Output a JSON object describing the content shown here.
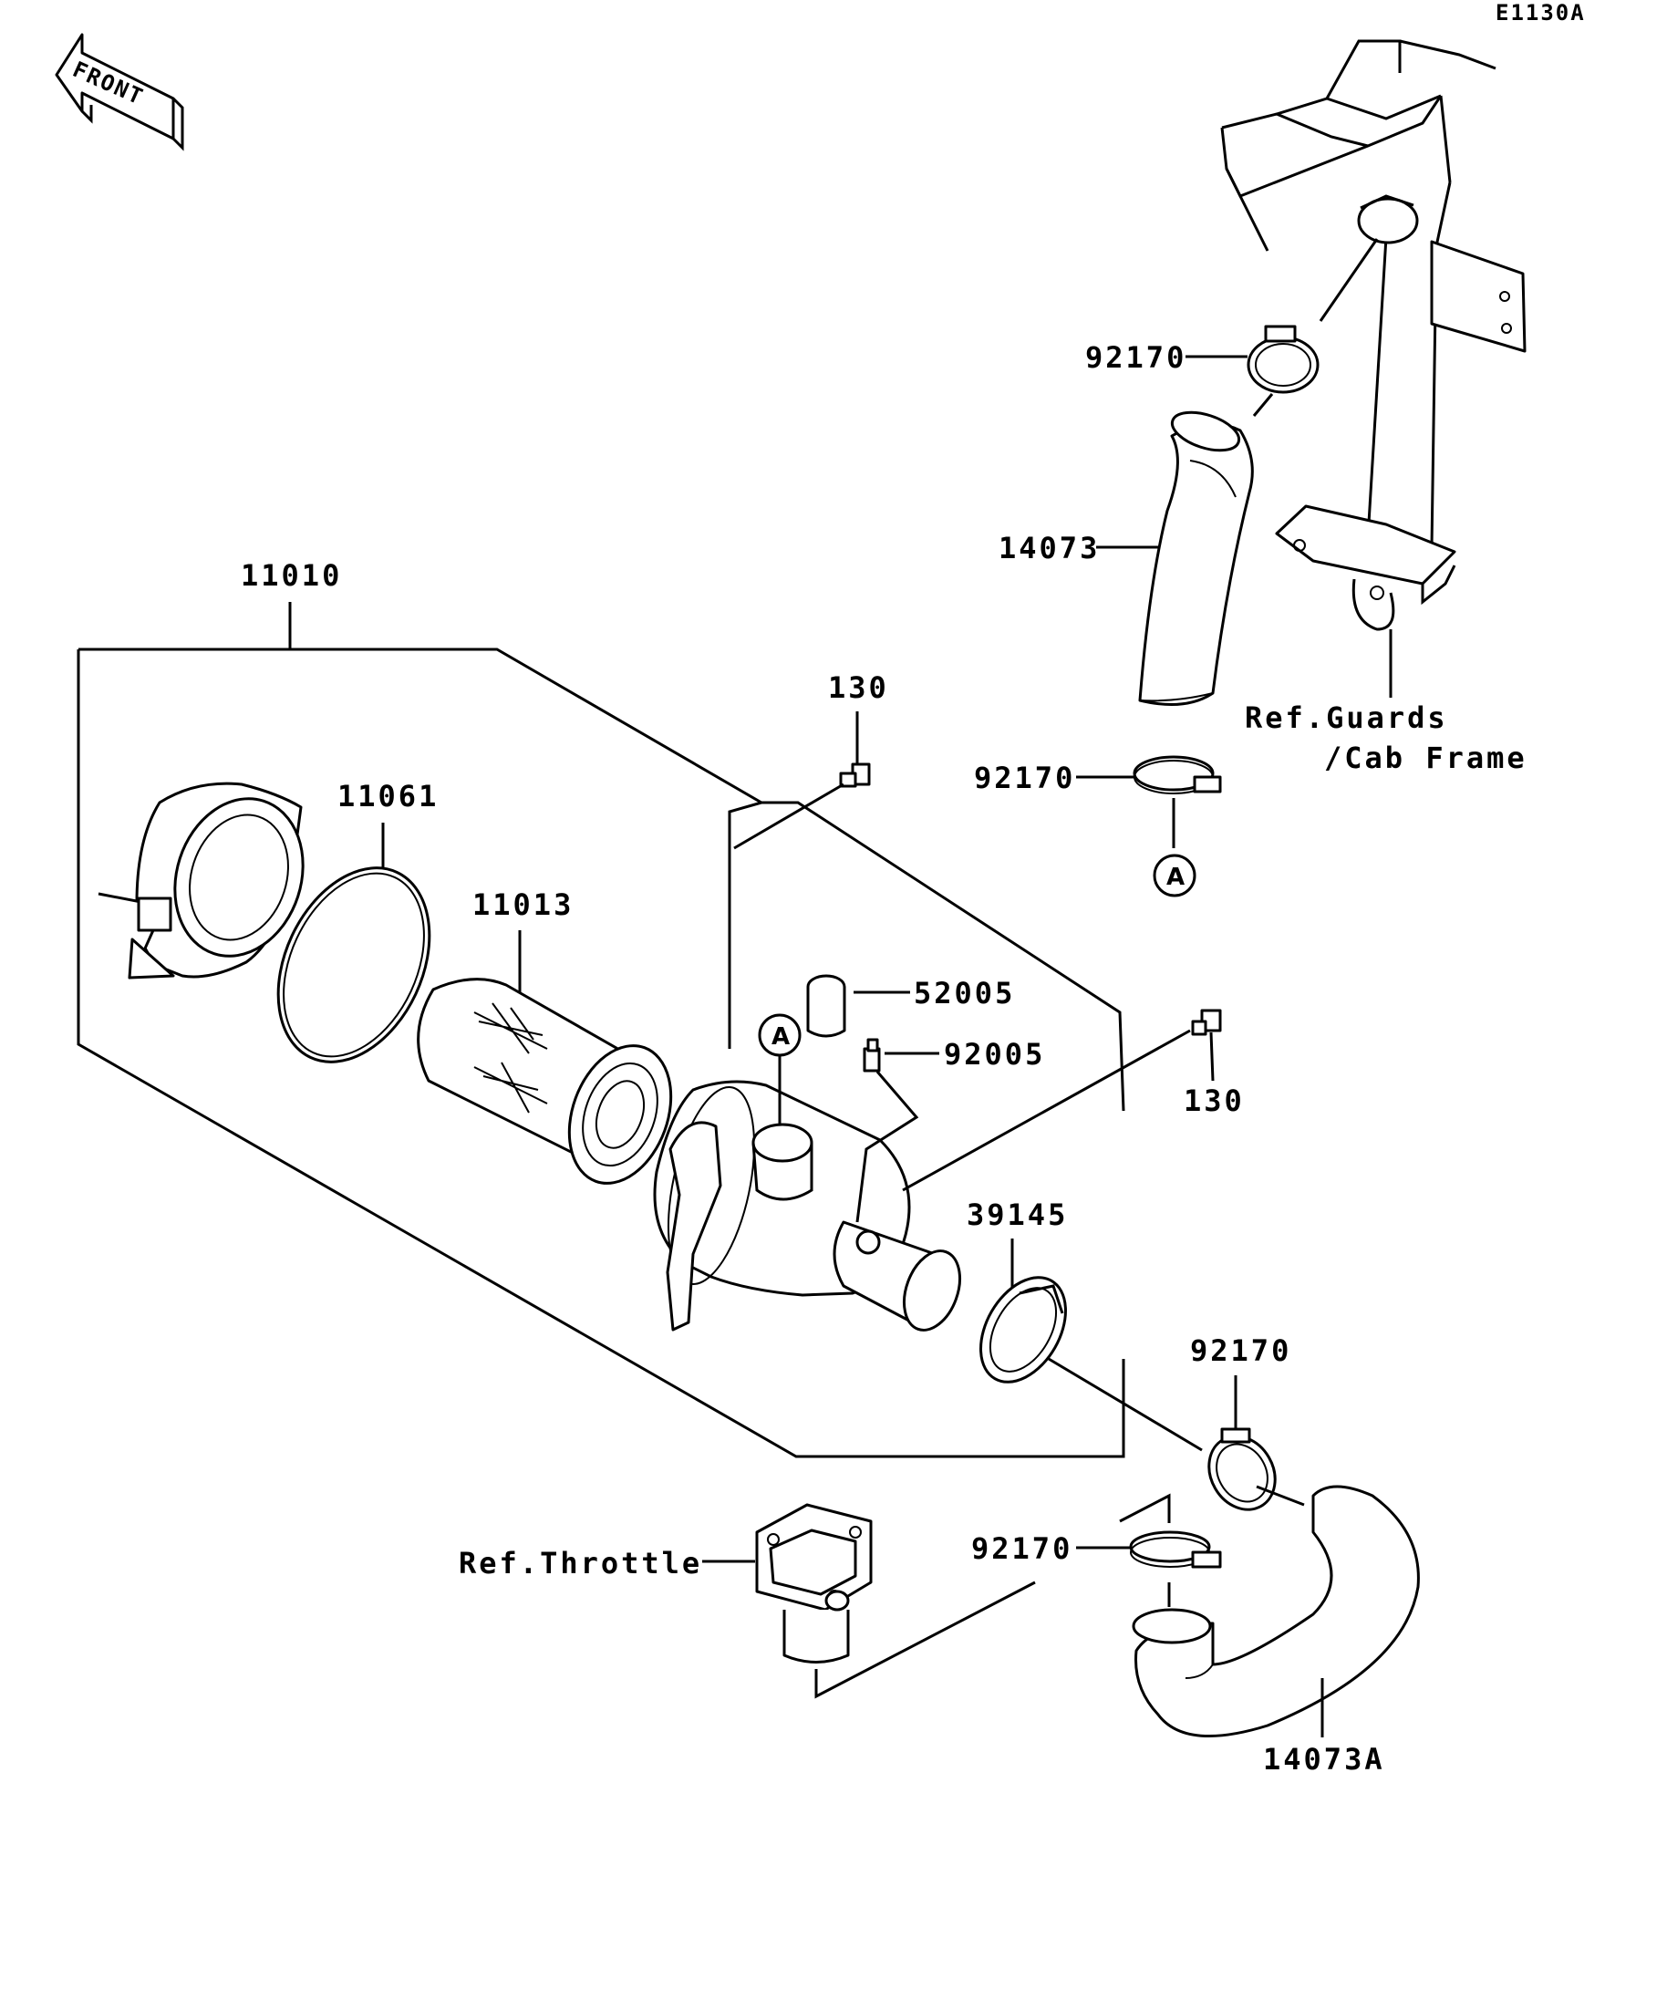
{
  "diagram_code": "E1130A",
  "front_label": "FRONT",
  "labels": {
    "air_cleaner_assy": "11010",
    "o_ring": "11061",
    "element": "11013",
    "bolt_top": "130",
    "bolt_right": "130",
    "cap": "52005",
    "nipple": "92005",
    "adapter_ring": "39145",
    "clamp_top_upper": "92170",
    "clamp_top_lower": "92170",
    "clamp_bottom_upper": "92170",
    "clamp_bottom_lower": "92170",
    "duct_upper": "14073",
    "duct_lower": "14073A",
    "ref_guards_line1": "Ref.Guards",
    "ref_guards_line2": "/Cab Frame",
    "ref_throttle": "Ref.Throttle"
  },
  "connectors": {
    "a_upper": "A",
    "a_lower": "A"
  }
}
